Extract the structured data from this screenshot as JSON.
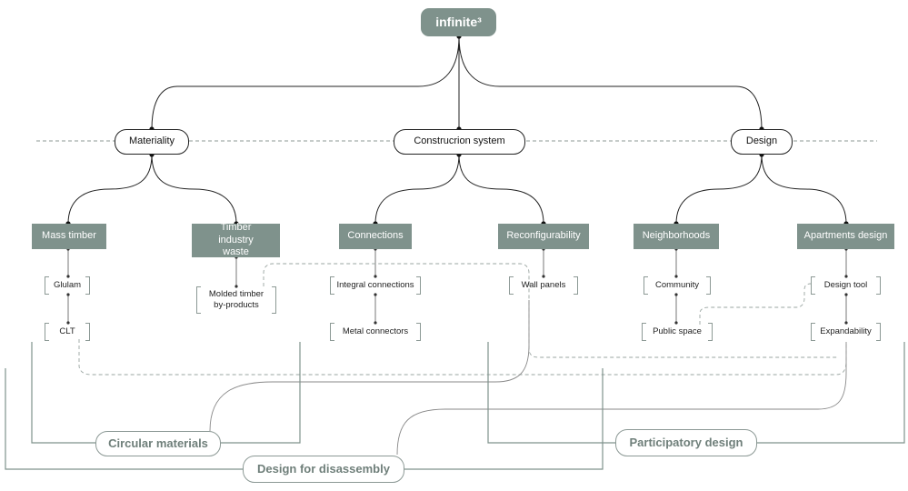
{
  "root": {
    "label": "infinite³"
  },
  "level1": {
    "materiality": "Materiality",
    "construction": "Construcrion system",
    "design": "Design"
  },
  "level2": {
    "mass_timber": "Mass timber",
    "timber_waste": "Timber industry waste",
    "connections": "Connections",
    "reconfigurability": "Reconfigurability",
    "neighborhoods": "Neighborhoods",
    "apartments_design": "Apartments design"
  },
  "leaves": {
    "glulam": "Glulam",
    "clt": "CLT",
    "molded_timber": "Molded timber by-products",
    "integral_connections": "Integral connections",
    "metal_connectors": "Metal connectors",
    "wall_panels": "Wall panels",
    "community": "Community",
    "public_space": "Public space",
    "design_tool": "Design tool",
    "expandability": "Expandability"
  },
  "categories": {
    "circular_materials": "Circular materials",
    "participatory_design": "Participatory design",
    "design_for_disassembly": "Design for disassembly"
  },
  "colors": {
    "accent": "#7f928c",
    "category_text": "#6f7f7a",
    "line": "#222222",
    "bracket": "#8c9995"
  }
}
